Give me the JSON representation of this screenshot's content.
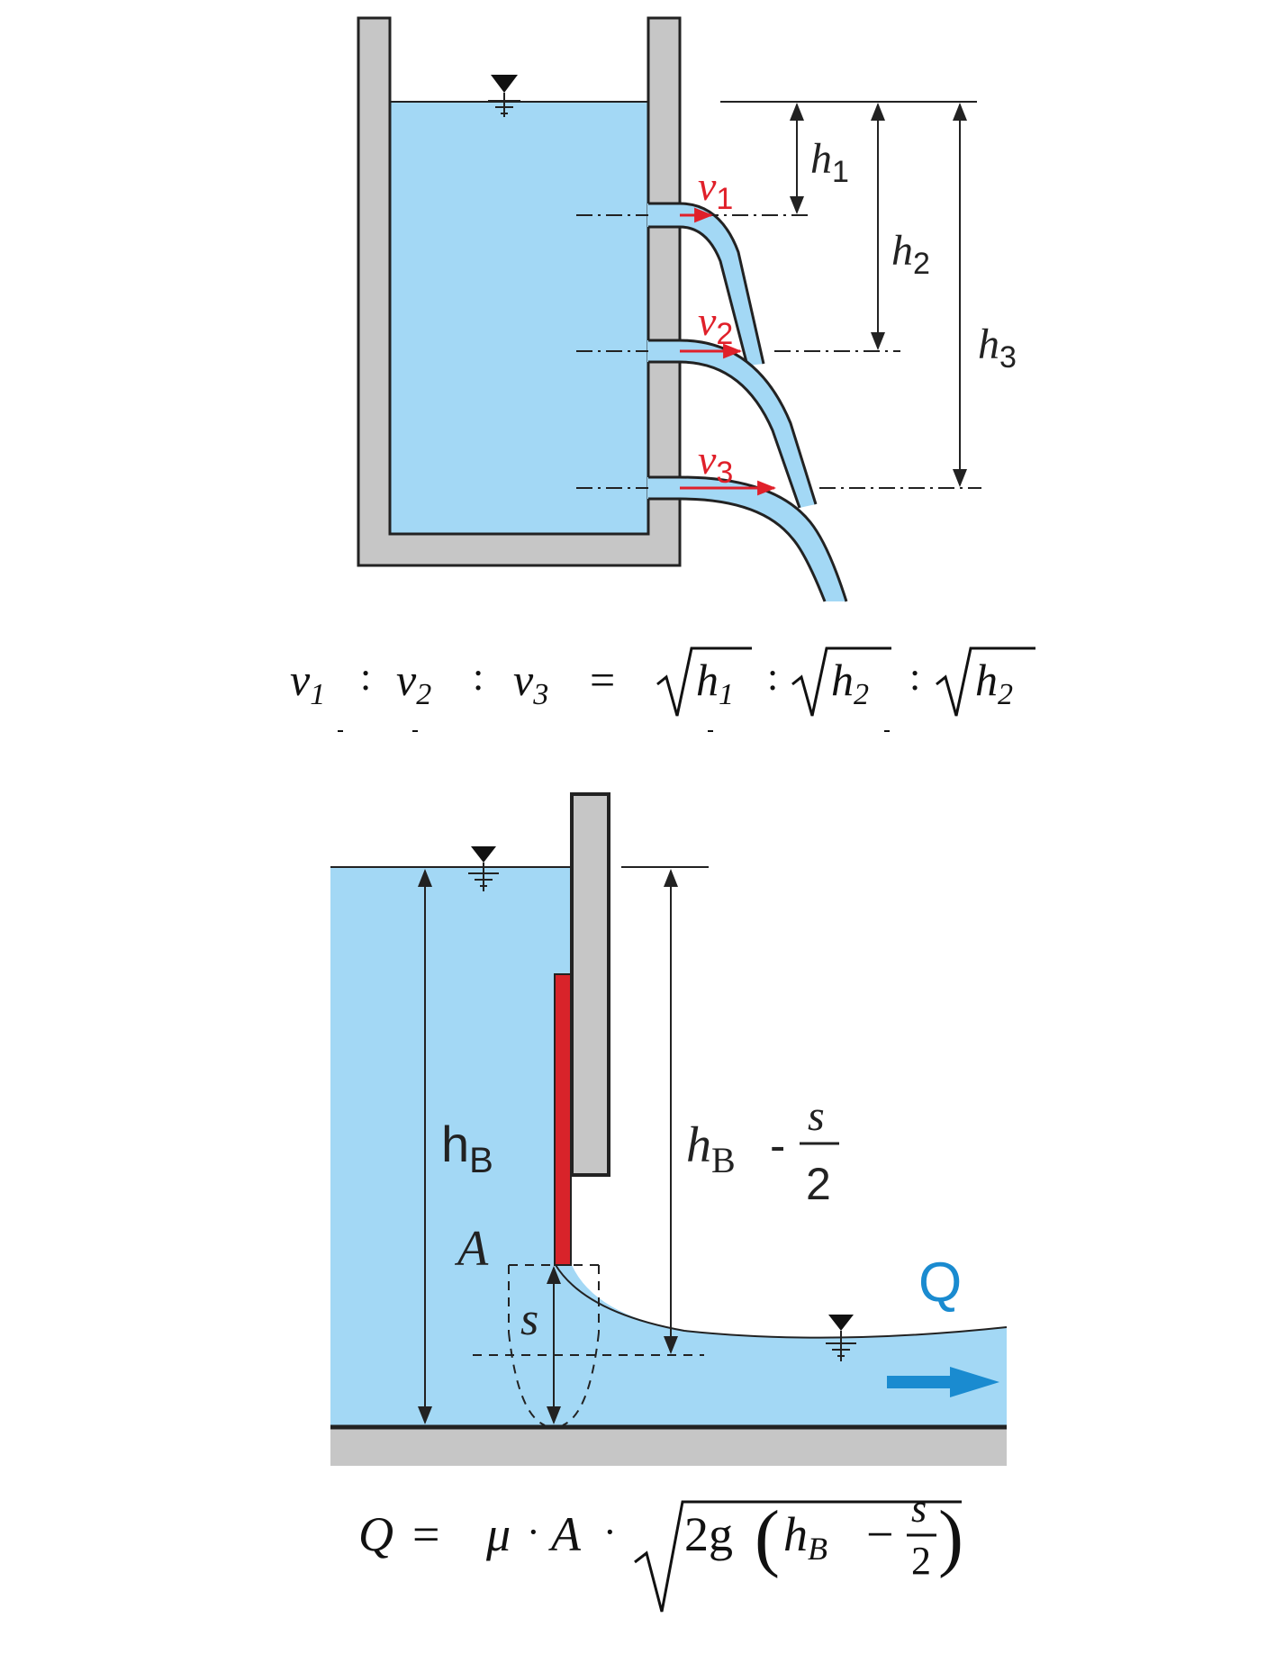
{
  "colors": {
    "water": "#a3d8f5",
    "wall": "#c6c6c6",
    "outline": "#222222",
    "velocity": "#e0202a",
    "gate_seal": "#d8232a",
    "flow_accent": "#1a8bd0"
  },
  "top_diagram": {
    "velocity_labels": [
      {
        "sym": "v",
        "sub": "1"
      },
      {
        "sym": "v",
        "sub": "2"
      },
      {
        "sym": "v",
        "sub": "3"
      }
    ],
    "height_labels": [
      {
        "sym": "h",
        "sub": "1"
      },
      {
        "sym": "h",
        "sub": "2"
      },
      {
        "sym": "h",
        "sub": "3"
      }
    ],
    "water_level_icon": "water-level-triangle-icon"
  },
  "formula_top": {
    "v1": "v",
    "v1_sub": "1",
    "v2": "v",
    "v2_sub": "2",
    "v3": "v",
    "v3_sub": "3",
    "ratio": ":",
    "equals": "=",
    "r1": "h",
    "r1_sub": "1",
    "r2": "h",
    "r2_sub": "2",
    "r3": "h",
    "r3_sub": "2"
  },
  "bottom_diagram": {
    "hB": {
      "sym": "h",
      "sub": "B"
    },
    "hB_minus": {
      "sym": "h",
      "sub": "B",
      "op": "-",
      "num": "s",
      "den": "2"
    },
    "area_label": "A",
    "opening_label": "s",
    "discharge_label": "Q",
    "water_level_icons": [
      "water-level-triangle-icon",
      "water-level-triangle-icon"
    ],
    "flow_arrow_icon": "flow-arrow-icon"
  },
  "formula_bottom": {
    "Q": "Q",
    "equals": "=",
    "mu": "μ",
    "dot": "·",
    "A": "A",
    "two_g": "2g",
    "h": "h",
    "h_sub": "B",
    "minus": "−",
    "num": "s",
    "den": "2"
  }
}
